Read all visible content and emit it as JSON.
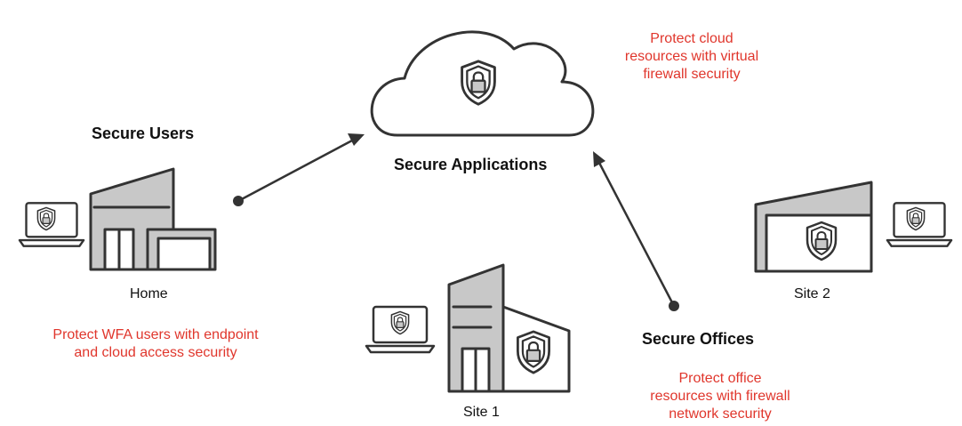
{
  "colors": {
    "outline": "#333333",
    "fill_gray": "#c8c8c8",
    "accent_red": "#e0362c",
    "text": "#111111",
    "background": "#ffffff"
  },
  "icons": [
    "cloud-icon",
    "shield-lock-icon",
    "laptop-icon",
    "house-icon",
    "office-building-icon",
    "arrow-icon"
  ],
  "headings": {
    "secure_users": "Secure Users",
    "secure_applications": "Secure Applications",
    "secure_offices": "Secure Offices"
  },
  "places": {
    "home": "Home",
    "site1": "Site 1",
    "site2": "Site 2"
  },
  "notes": {
    "cloud": [
      "Protect cloud",
      "resources with virtual",
      "firewall security"
    ],
    "users": [
      "Protect WFA users with endpoint",
      "and cloud access security"
    ],
    "offices": [
      "Protect office",
      "resources with firewall",
      "network security"
    ]
  }
}
